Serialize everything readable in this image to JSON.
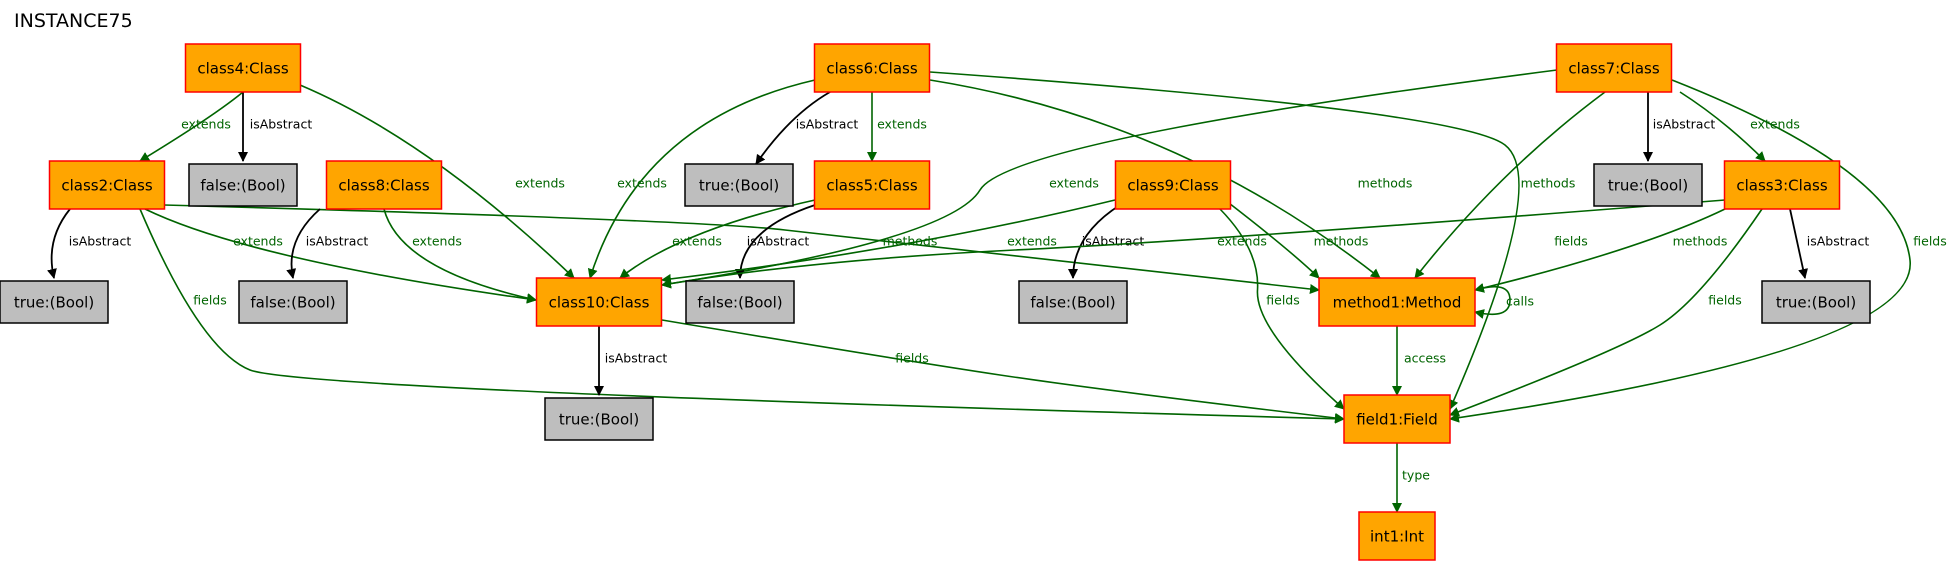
{
  "title": "INSTANCE75",
  "colors": {
    "class_fill": "#ffa500",
    "class_border": "#ff0000",
    "value_fill": "#bebebe",
    "value_border": "#000000",
    "green_edge": "#006400",
    "black_edge": "#000000"
  },
  "nodes": [
    {
      "id": "class4",
      "label": "class4:Class",
      "kind": "class"
    },
    {
      "id": "class6",
      "label": "class6:Class",
      "kind": "class"
    },
    {
      "id": "class7",
      "label": "class7:Class",
      "kind": "class"
    },
    {
      "id": "class2",
      "label": "class2:Class",
      "kind": "class"
    },
    {
      "id": "false4",
      "label": "false:(Bool)",
      "kind": "value"
    },
    {
      "id": "class8",
      "label": "class8:Class",
      "kind": "class"
    },
    {
      "id": "true6",
      "label": "true:(Bool)",
      "kind": "value"
    },
    {
      "id": "class5",
      "label": "class5:Class",
      "kind": "class"
    },
    {
      "id": "class9",
      "label": "class9:Class",
      "kind": "class"
    },
    {
      "id": "true7",
      "label": "true:(Bool)",
      "kind": "value"
    },
    {
      "id": "class3",
      "label": "class3:Class",
      "kind": "class"
    },
    {
      "id": "true2",
      "label": "true:(Bool)",
      "kind": "value"
    },
    {
      "id": "false8",
      "label": "false:(Bool)",
      "kind": "value"
    },
    {
      "id": "class10",
      "label": "class10:Class",
      "kind": "class"
    },
    {
      "id": "false5",
      "label": "false:(Bool)",
      "kind": "value"
    },
    {
      "id": "false9",
      "label": "false:(Bool)",
      "kind": "value"
    },
    {
      "id": "method1",
      "label": "method1:Method",
      "kind": "class"
    },
    {
      "id": "true3",
      "label": "true:(Bool)",
      "kind": "value"
    },
    {
      "id": "true10",
      "label": "true:(Bool)",
      "kind": "value"
    },
    {
      "id": "field1",
      "label": "field1:Field",
      "kind": "class"
    },
    {
      "id": "int1",
      "label": "int1:Int",
      "kind": "class"
    }
  ],
  "edges": [
    {
      "from": "class4",
      "to": "class2",
      "label": "extends"
    },
    {
      "from": "class4",
      "to": "false4",
      "label": "isAbstract"
    },
    {
      "from": "class4",
      "to": "class10",
      "label": "extends"
    },
    {
      "from": "class6",
      "to": "true6",
      "label": "isAbstract"
    },
    {
      "from": "class6",
      "to": "class5",
      "label": "extends"
    },
    {
      "from": "class6",
      "to": "class10",
      "label": "extends"
    },
    {
      "from": "class6",
      "to": "method1",
      "label": "methods"
    },
    {
      "from": "class6",
      "to": "field1",
      "label": "fields"
    },
    {
      "from": "class7",
      "to": "true7",
      "label": "isAbstract"
    },
    {
      "from": "class7",
      "to": "class3",
      "label": "extends"
    },
    {
      "from": "class7",
      "to": "class10",
      "label": "extends"
    },
    {
      "from": "class7",
      "to": "method1",
      "label": "methods"
    },
    {
      "from": "class7",
      "to": "field1",
      "label": "fields"
    },
    {
      "from": "class2",
      "to": "true2",
      "label": "isAbstract"
    },
    {
      "from": "class2",
      "to": "class10",
      "label": "extends"
    },
    {
      "from": "class2",
      "to": "method1",
      "label": "methods"
    },
    {
      "from": "class2",
      "to": "field1",
      "label": "fields"
    },
    {
      "from": "class8",
      "to": "false8",
      "label": "isAbstract"
    },
    {
      "from": "class8",
      "to": "class10",
      "label": "extends"
    },
    {
      "from": "class5",
      "to": "false5",
      "label": "isAbstract"
    },
    {
      "from": "class5",
      "to": "class10",
      "label": "extends"
    },
    {
      "from": "class9",
      "to": "false9",
      "label": "isAbstract"
    },
    {
      "from": "class9",
      "to": "class10",
      "label": "extends"
    },
    {
      "from": "class9",
      "to": "method1",
      "label": "methods"
    },
    {
      "from": "class9",
      "to": "field1",
      "label": "fields"
    },
    {
      "from": "class3",
      "to": "true3",
      "label": "isAbstract"
    },
    {
      "from": "class3",
      "to": "class10",
      "label": "extends"
    },
    {
      "from": "class3",
      "to": "method1",
      "label": "methods"
    },
    {
      "from": "class3",
      "to": "field1",
      "label": "fields"
    },
    {
      "from": "class10",
      "to": "true10",
      "label": "isAbstract"
    },
    {
      "from": "class10",
      "to": "field1",
      "label": "fields"
    },
    {
      "from": "method1",
      "to": "method1",
      "label": "calls"
    },
    {
      "from": "method1",
      "to": "field1",
      "label": "access"
    },
    {
      "from": "field1",
      "to": "int1",
      "label": "type"
    }
  ]
}
